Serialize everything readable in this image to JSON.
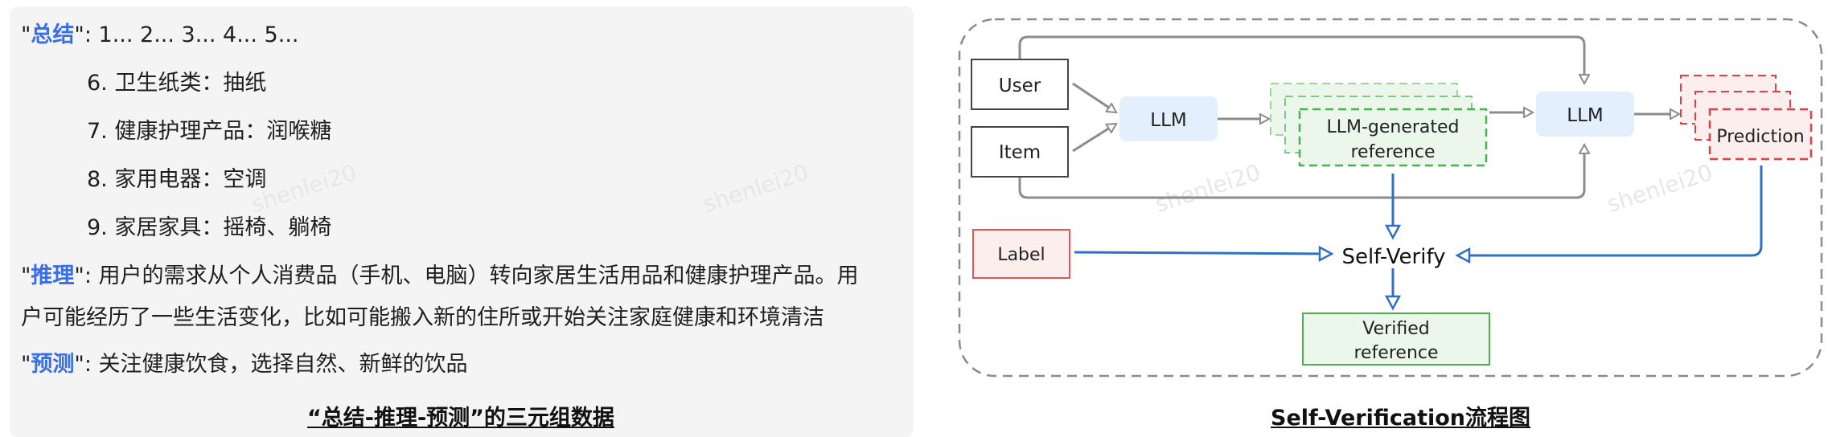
{
  "left": {
    "summary_key": "总结",
    "summary_rest": ": 1... 2... 3... 4... 5...",
    "items": [
      "6. 卫生纸类：抽纸",
      "7. 健康护理产品：润喉糖",
      "8. 家用电器：空调",
      "9. 家居家具：摇椅、躺椅"
    ],
    "reasoning_key": "推理",
    "reasoning_line1": ": 用户的需求从个人消费品（手机、电脑）转向家居生活用品和健康护理产品。用",
    "reasoning_line2": "户可能经历了一些生活变化，比如可能搬入新的住所或开始关注家庭健康和环境清洁",
    "prediction_key": "预测",
    "prediction_rest": ": 关注健康饮食，选择自然、新鲜的饮品",
    "caption": "“总结-推理-预测”的三元组数据"
  },
  "watermark": "shenlei20",
  "diagram": {
    "user": "User",
    "item": "Item",
    "llm1": "LLM",
    "ref_line1": "LLM-generated",
    "ref_line2": "reference",
    "llm2": "LLM",
    "prediction": "Prediction",
    "label": "Label",
    "self_verify": "Self-Verify",
    "verified_line1": "Verified",
    "verified_line2": "reference",
    "caption": "Self-Verification流程图"
  },
  "colors": {
    "keyword": "#3a6ee8",
    "arrow_gray": "#8c8c8c",
    "arrow_blue": "#2f6fc4",
    "green_dash": "#4caf50",
    "red_dash": "#e04040"
  }
}
